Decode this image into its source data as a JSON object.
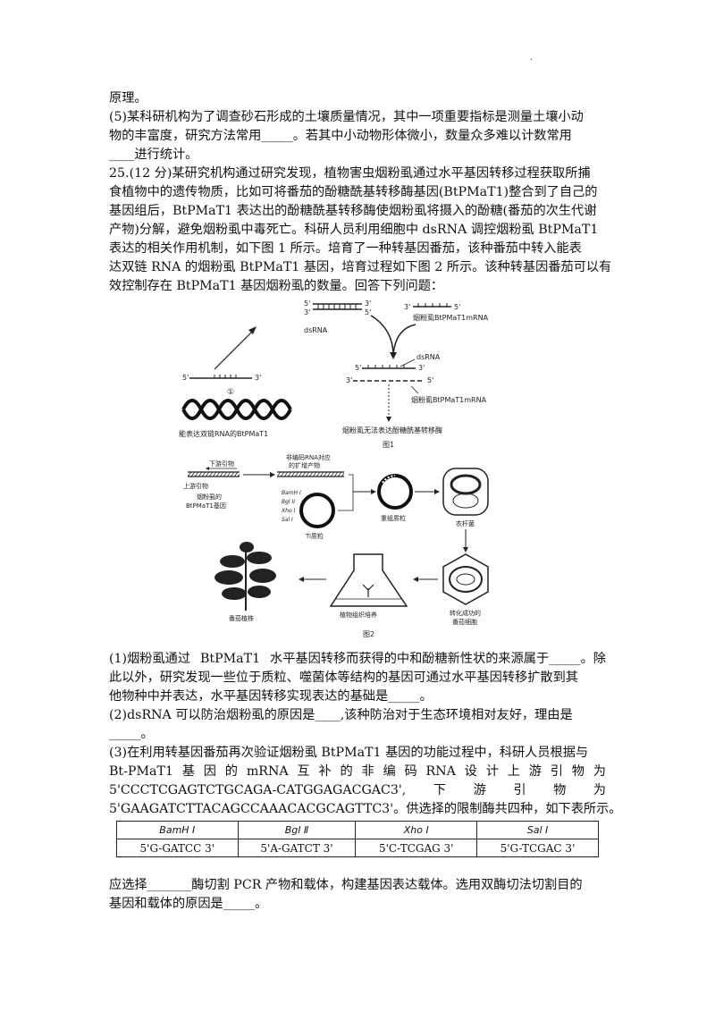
{
  "header_mark": "·",
  "paragraphs": [
    "原理。",
    "(5)某科研机构为了调查砂石形成的土壤质量情况，其中一项重要指标是测量土壤小动",
    "物的丰富度，研究方法常用_____。若其中小动物形体微小，数量众多难以计数常用",
    "____进行统计。",
    "25.(12 分)某研究机构通过研究发现，植物害虫烟粉虱通过水平基因转移过程获取所捕",
    "食植物中的遗传物质，比如可将番茄的酚糖酰基转移酶基因(BtPMaT1)整合到了自己的",
    "基因组后，BtPMaT1 表达出的酚糖酰基转移酶使烟粉虱将摄入的酚糖(番茄的次生代谢",
    "产物)分解，避免烟粉虱中毒死亡。科研人员利用细胞中 dsRNA 调控烟粉虱 BtPMaT1",
    "表达的相关作用机制，如下图 1 所示。培育了一种转基因番茄，该种番茄中转入能表",
    "达双链 RNA 的烟粉虱 BtPMaT1 基因，培育过程如下图 2 所示。该种转基因番茄可以有",
    "效控制存在 BtPMaT1 基因烟粉虱的数量。回答下列问题："
  ],
  "figure1": {
    "labels": {
      "dsrna_top": "dsRNA",
      "mrna_top": "烟粉虱BtPMaT1mRNA",
      "dsrna_mid": "dsRNA",
      "mrna_mid": "烟粉虱BtPMaT1mRNA",
      "gene_caption": "能表达双链RNA的BtPMaT1",
      "result_caption": "烟粉虱无法表达酚糖酰基转移酶",
      "circle_num": "①",
      "p5a": "5'",
      "p3a": "3'",
      "p3b": "3'",
      "p5b": "5'",
      "p3c": "3'",
      "p5c": "5'",
      "p5d": "5'",
      "p3d": "3'",
      "p3e": "3'",
      "p5e": "5'"
    },
    "caption": "图1"
  },
  "figure2": {
    "labels": {
      "down_primer": "下游引物",
      "product": "非编码RNA对应",
      "product2": "的扩增产物",
      "up_primer": "上游引物",
      "gene1": "烟粉虱的",
      "gene2": "BtPMaT1基因",
      "e1": "BamH I",
      "e2": "Bgl II",
      "e3": "Xho I",
      "e4": "Sal I",
      "ti": "Ti质粒",
      "recombinant": "重组质粒",
      "agro": "农杆菌",
      "transformed1": "转化成功的",
      "transformed2": "番茄细胞",
      "culture": "植物组织培养",
      "plant": "番茄植株"
    },
    "caption": "图2"
  },
  "questions": {
    "q1a": [
      "(1)烟粉虱通过",
      "BtPMaT1",
      "水平基因转移而获得的中和酚糖新性状的来源属于_____。除"
    ],
    "q1b": "此以外，研究发现一些位于质粒、噬菌体等结构的基因可通过水平基因转移扩散到其",
    "q1c": "他物种中并表达，水平基因转移实现表达的基础是_____。",
    "q2a": "(2)dsRNA 可以防治烟粉虱的原因是____,该种防治对于生态环境相对友好，理由是",
    "q2b": "_____。",
    "q3a": "(3)在利用转基因番茄再次验证烟粉虱 BtPMaT1 基因的功能过程中，科研人员根据与",
    "q3b": [
      "Bt-PMaT1",
      "基",
      "因",
      "的",
      "mRNA",
      "互",
      "补",
      "的",
      "非",
      "编",
      "码",
      "RNA",
      "设",
      "计",
      "上",
      "游",
      "引",
      "物",
      "为"
    ],
    "q3c": [
      "5'CCCTCGAGTCTGCAGA-CATGGAGACGAC3',",
      "下",
      "游",
      "引",
      "物",
      "为"
    ],
    "q3d": "5'GAAGATCTTACAGCCAAACACGCAGTTC3'。供选择的限制酶共四种，如下表所示。",
    "q3e": "应选择_______酶切割 PCR 产物和载体，构建基因表达载体。选用双酶切法切割目的",
    "q3f": "基因和载体的原因是_____。"
  },
  "enzyme_table": {
    "names": [
      "BamH Ⅰ",
      "Bgl Ⅱ",
      "Xho Ⅰ",
      "Sal Ⅰ"
    ],
    "sites": [
      "5'G-GATCC 3'",
      "5'A-GATCT 3'",
      "5'C-TCGAG 3'",
      "5'G-TCGAC 3'"
    ]
  }
}
